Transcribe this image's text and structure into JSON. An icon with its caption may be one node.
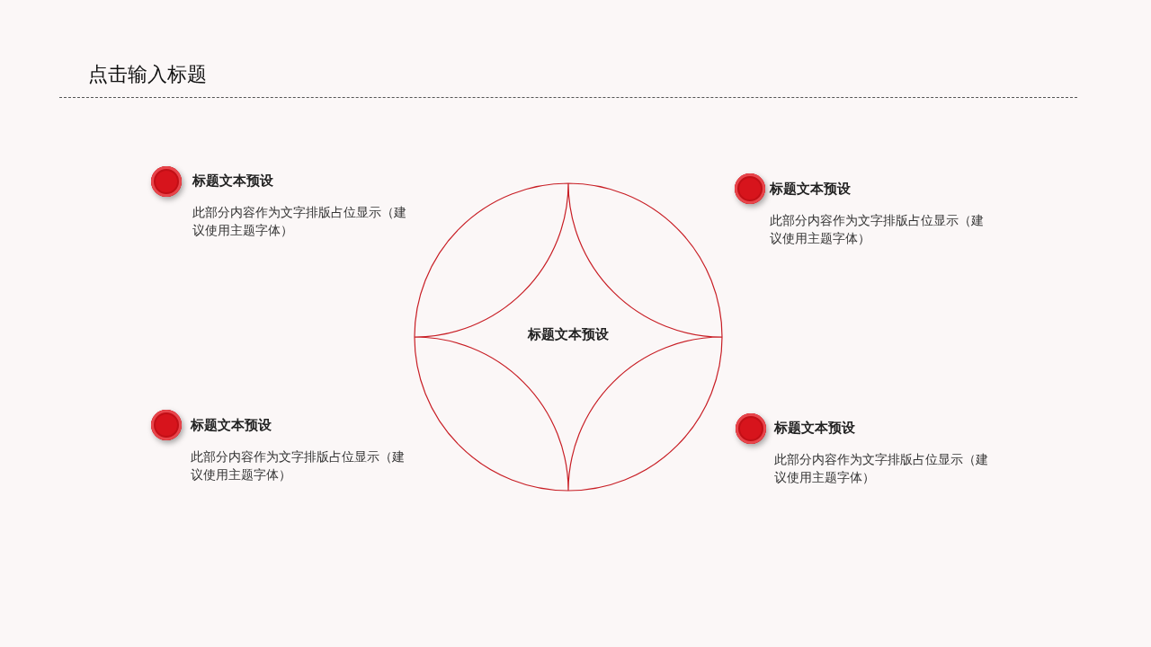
{
  "diagram": {
    "title": "点击输入标题",
    "nodes": [
      {
        "text": [],
        "shape": "circle",
        "beside": [
          "标题文本预设",
          "此部分内容作为文字排版占位显示（建议使用主题字体）"
        ]
      },
      {
        "text": [],
        "shape": "circle",
        "beside": [
          "标题文本预设",
          "此部分内容作为文字排版占位显示（建议使用主题字体）"
        ]
      },
      {
        "text": [
          "标题文本预设"
        ]
      },
      {
        "text": [],
        "shape": "circle",
        "beside": [
          "标题文本预设",
          "此部分内容作为文字排版占位显示（建议使用主题字体）"
        ]
      },
      {
        "text": [],
        "shape": "circle",
        "beside": [
          "标题文本预设",
          "此部分内容作为文字排版占位显示（建议使用主题字体）"
        ]
      }
    ],
    "edges": []
  }
}
